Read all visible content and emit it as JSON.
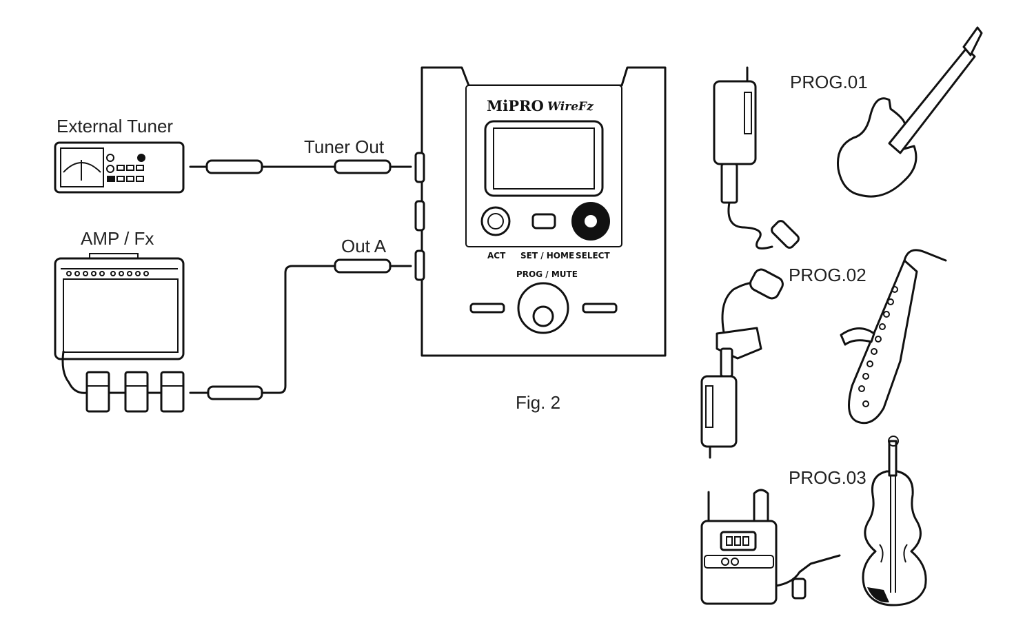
{
  "labels": {
    "external_tuner": "External Tuner",
    "amp_fx": "AMP / Fx",
    "tuner_out": "Tuner Out",
    "out_a": "Out A",
    "figure": "Fig. 2"
  },
  "device": {
    "brand": "MiPRO",
    "model": "WireFz",
    "act": "ACT",
    "set_home": "SET / HOME",
    "select": "SELECT",
    "prog_mute": "PROG / MUTE"
  },
  "programs": [
    {
      "label": "PROG.01",
      "instrument": "electric-guitar"
    },
    {
      "label": "PROG.02",
      "instrument": "saxophone"
    },
    {
      "label": "PROG.03",
      "instrument": "violin"
    }
  ]
}
